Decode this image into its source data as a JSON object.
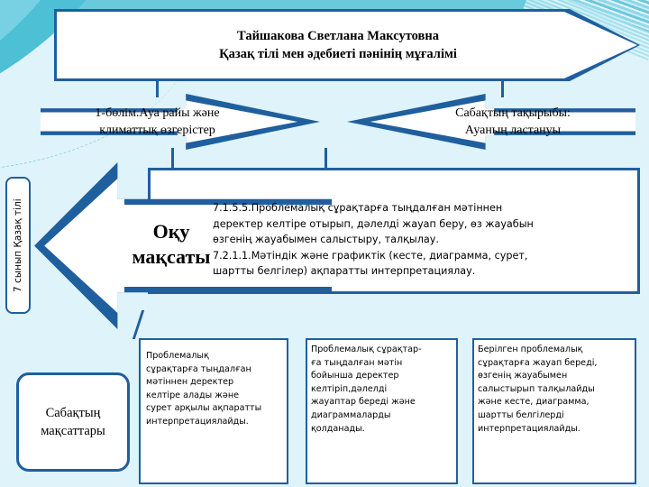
{
  "colors": {
    "accent_border": "#1f5f9e",
    "background": "#dff3fa",
    "band": "#69cadd",
    "shape_fill": "#ffffff"
  },
  "header": {
    "teacher_name": "Тайшакова Светлана Максутовна",
    "teacher_role": "Қазақ тілі мен әдебиеті пәнінің мұғалімі"
  },
  "stage_row": {
    "section": "1-бөлім.Ауа райы және\nклиматтық өзгерістер",
    "lesson_topic": "Сабақтың тақырыбы:\nАуаның ластануы"
  },
  "side_label": {
    "text": "7 сынып Қазақ тілі"
  },
  "objectives": {
    "arrow_label": "Оқу\nмақсаты",
    "body": "7.1.5.5.Проблемалық сұрақтарға тыңдалған мәтіннен\nдеректер келтіре отырып, дәлелді  жауап беру, өз жауабын\nөзгенің жауабымен салыстыру, талқылау.\n7.2.1.1.Мәтіндік және графиктік (кесте, диаграмма, сурет,\nшартты белгілер) ақпаратты интерпретациялау."
  },
  "criteria": {
    "label": "Сабақтың\nмақсаттары",
    "cards": [
      {
        "text": "Проблемалық\nсұрақтарға тыңдалған\nмәтіннен деректер\nкелтіре алады және\nсурет арқылы ақпаратты\n интерпретациялайды."
      },
      {
        "text": "Проблемалық сұрақтар-\nға тыңдалған мәтін\nбойынша  деректер\nкелтіріп,дәлелді\nжауаптар береді және\nдиаграммаларды\nқолданады."
      },
      {
        "text": " Берілген проблемалық\nсұрақтарға  жауап береді,\nөзгенің жауабымен\nсалыстырып  талқылайды\nжәне кесте, диаграмма,\nшартты белгілерді\nинтерпретациялайды."
      }
    ]
  }
}
